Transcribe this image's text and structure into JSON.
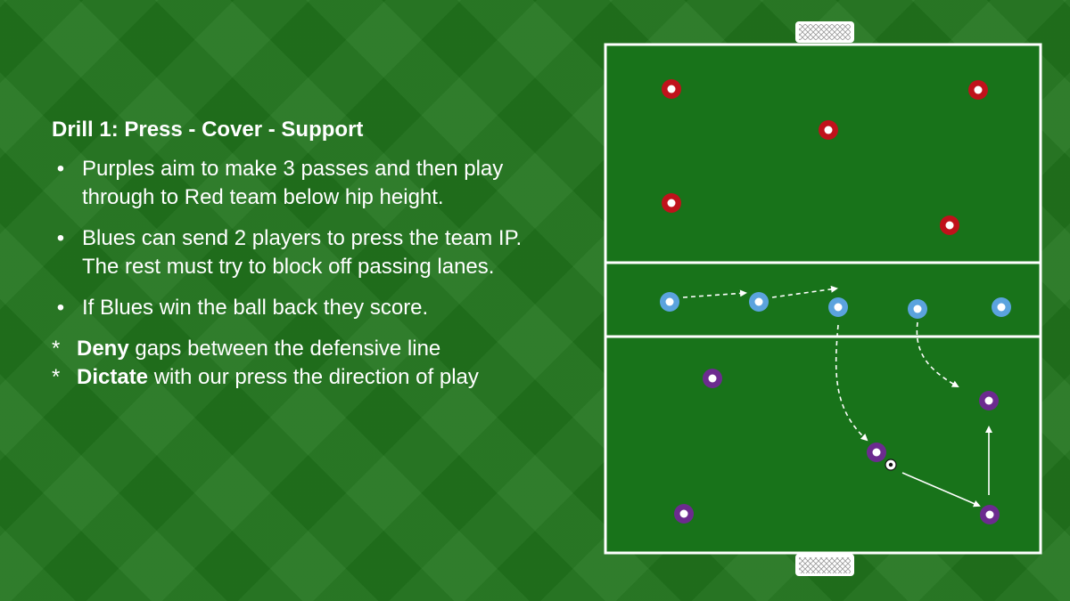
{
  "drill": {
    "title": "Drill 1: Press - Cover - Support",
    "bullets": [
      "Purples aim to make 3 passes and then play through to Red team below hip height.",
      "Blues can send 2 players to press the team IP. The rest must try to block off passing lanes.",
      "If Blues win the ball back they score."
    ],
    "bullet_glyph": "•",
    "notes": [
      {
        "marker": "*",
        "bold": "Deny",
        "rest": " gaps between the defensive line"
      },
      {
        "marker": "*",
        "bold": "Dictate",
        "rest": " with our press the direction of play"
      }
    ]
  },
  "colors": {
    "background": "#21741d",
    "pitch": "#18731a",
    "line": "#ffffff",
    "red_team": "#c0121b",
    "blue_team": "#5ba3de",
    "purple_team": "#6c2b8f"
  },
  "icons": [
    "goal-icon",
    "ball-icon",
    "player-marker-icon"
  ]
}
